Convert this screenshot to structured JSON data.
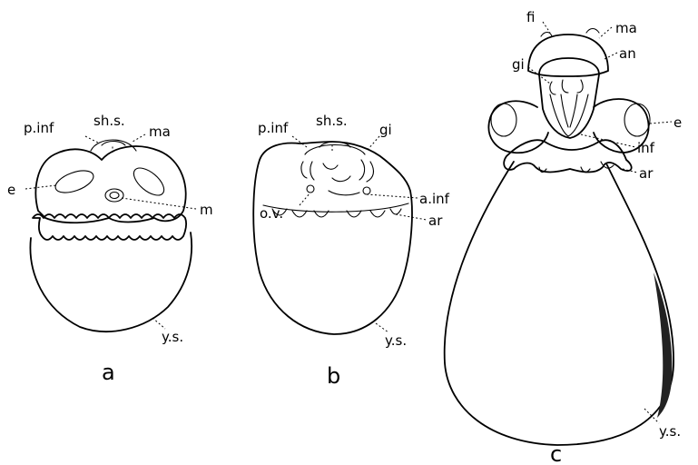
{
  "figure": {
    "panel_a": {
      "caption": "a",
      "labels": {
        "p_inf": "p.inf",
        "sh_s": "sh.s.",
        "ma": "ma",
        "e": "e",
        "m": "m",
        "y_s": "y.s."
      }
    },
    "panel_b": {
      "caption": "b",
      "labels": {
        "p_inf": "p.inf",
        "sh_s": "sh.s.",
        "gi": "gi",
        "o_v": "o.v.",
        "a_inf": "a.inf",
        "ar": "ar",
        "y_s": "y.s."
      }
    },
    "panel_c": {
      "caption": "c",
      "labels": {
        "fi": "fi",
        "ma": "ma",
        "an": "an",
        "gi": "gi",
        "e": "e",
        "inf": "inf",
        "ar": "ar",
        "y_s": "y.s."
      }
    }
  }
}
